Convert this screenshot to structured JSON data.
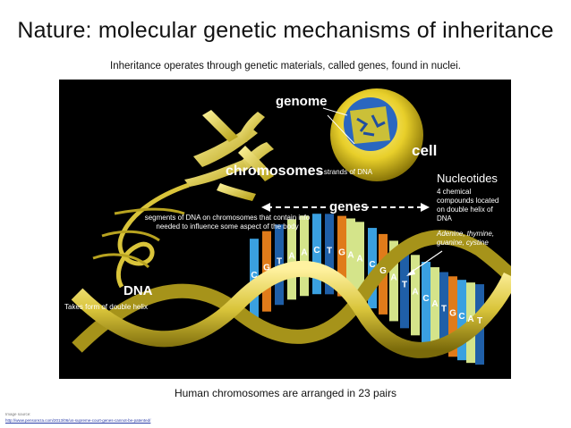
{
  "slide": {
    "title": "Nature: molecular genetic mechanisms of inheritance",
    "subtitle": "Inheritance operates through genetic materials, called genes, found in nuclei.",
    "caption": "Human chromosomes are arranged in 23 pairs",
    "source_label": "Image source:",
    "source_url": "http://www.pensoreza.com/2013/06/us-supreme-court-genes-cannot-be-patented/"
  },
  "figure": {
    "genome": "genome",
    "cell": "cell",
    "chromosomes": "chromosomes",
    "chromosomes_note": "= strands of DNA",
    "genes": "genes",
    "genes_note": "segments of DNA on chromosomes that contain info needed to influence some aspect of the body",
    "dna": "DNA",
    "dna_note": "Takes form of double helix",
    "nucleotides_title": "Nucleotides",
    "nucleotides_desc": "4 chemical compounds located on double helix of DNA",
    "nucleotides_names": "Adenine, thymine, guanine, cystine",
    "base_letters": [
      "C",
      "G",
      "T",
      "A",
      "A",
      "C",
      "T",
      "G",
      "A",
      "A",
      "C",
      "G",
      "A",
      "T",
      "A",
      "C",
      "A",
      "T",
      "G",
      "C",
      "A",
      "T"
    ],
    "colors": {
      "helix": "#d9c43a",
      "adenine": "#d4e48a",
      "thymine": "#1f5fa8",
      "guanine": "#e07b1a",
      "cytosine": "#3aa0e0"
    }
  }
}
